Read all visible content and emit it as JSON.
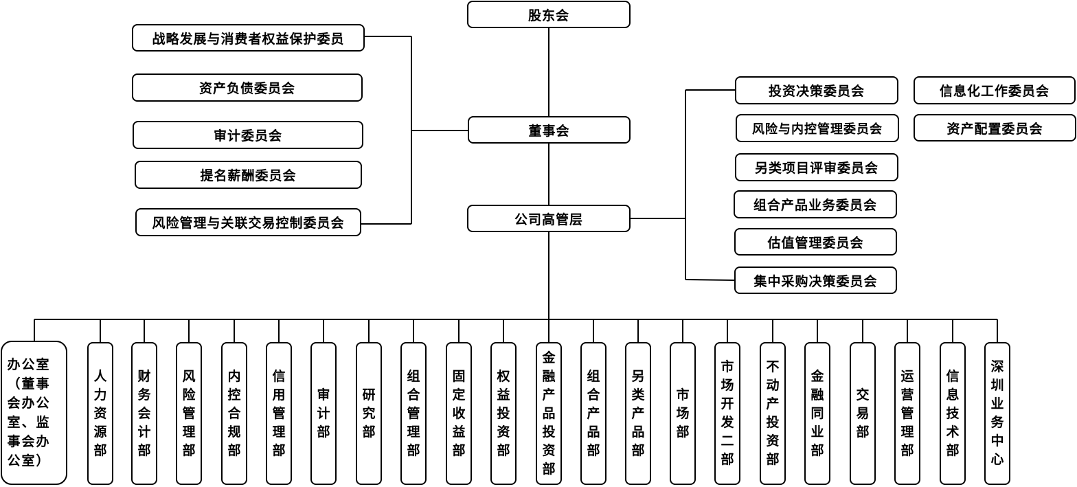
{
  "diagram": {
    "type": "org-chart",
    "top": {
      "shareholders": "股东会",
      "board": "董事会",
      "management": "公司高管层"
    },
    "board_committees": [
      "战略发展与消费者权益保护委员",
      "资产负债委员会",
      "审计委员会",
      "提名薪酬委员会",
      "风险管理与关联交易控制委员会"
    ],
    "management_committees": [
      "投资决策委员会",
      "风险与内控管理委员会",
      "另类项目评审委员会",
      "组合产品业务委员会",
      "估值管理委员会",
      "集中采购决策委员会"
    ],
    "other_committees": [
      "信息化工作委员会",
      "资产配置委员会"
    ],
    "departments": [
      "办公室（董事会办公室、监事会办公室）",
      "人力资源部",
      "财务会计部",
      "风险管理部",
      "内控合规部",
      "信用管理部",
      "审计部",
      "研究部",
      "组合管理部",
      "固定收益部",
      "权益投资部",
      "金融产品投资部",
      "组合产品部",
      "另类产品部",
      "市场部",
      "市场开发二部",
      "不动产投资部",
      "金融同业部",
      "交易部",
      "运营管理部",
      "信息技术部",
      "深圳业务中心"
    ]
  }
}
